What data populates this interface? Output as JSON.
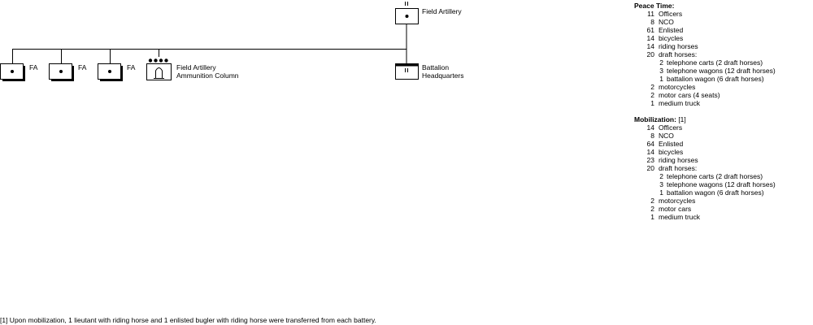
{
  "org": {
    "regiment_label": "Field Artillery",
    "hq_label_line1": "Battalion",
    "hq_label_line2": "Headquarters",
    "batteries": [
      "FA",
      "FA",
      "FA"
    ],
    "ammo_label_line1": "Field Artillery",
    "ammo_label_line2": "Ammunition Column"
  },
  "peace": {
    "title": "Peace Time:",
    "rows": [
      {
        "n": "11",
        "t": "Officers",
        "level": 0
      },
      {
        "n": "8",
        "t": "NCO",
        "level": 0
      },
      {
        "n": "61",
        "t": "Enlisted",
        "level": 0
      },
      {
        "n": "14",
        "t": "bicycles",
        "level": 0
      },
      {
        "n": "14",
        "t": "riding horses",
        "level": 0
      },
      {
        "n": "20",
        "t": "draft horses:",
        "level": 0
      },
      {
        "n": "2",
        "t": "telephone carts (2 draft horses)",
        "level": 1
      },
      {
        "n": "3",
        "t": "telephone wagons (12 draft horses)",
        "level": 1
      },
      {
        "n": "1",
        "t": "battalion wagon (6 draft horses)",
        "level": 1
      },
      {
        "n": "2",
        "t": "motorcycles",
        "level": 0
      },
      {
        "n": "2",
        "t": "motor cars (4 seats)",
        "level": 0
      },
      {
        "n": "1",
        "t": "medium truck",
        "level": 0
      }
    ]
  },
  "mobilization": {
    "title": "Mobilization:",
    "title_suffix": "[1]",
    "rows": [
      {
        "n": "14",
        "t": "Officers",
        "level": 0
      },
      {
        "n": "8",
        "t": "NCO",
        "level": 0
      },
      {
        "n": "64",
        "t": "Enlisted",
        "level": 0
      },
      {
        "n": "14",
        "t": "bicycles",
        "level": 0
      },
      {
        "n": "23",
        "t": "riding horses",
        "level": 0
      },
      {
        "n": "20",
        "t": "draft horses:",
        "level": 0
      },
      {
        "n": "2",
        "t": "telephone carts (2 draft horses)",
        "level": 1
      },
      {
        "n": "3",
        "t": "telephone wagons (12 draft horses)",
        "level": 1
      },
      {
        "n": "1",
        "t": "battalion wagon (6 draft horses)",
        "level": 1
      },
      {
        "n": "2",
        "t": "motorcycles",
        "level": 0
      },
      {
        "n": "2",
        "t": "motor cars",
        "level": 0
      },
      {
        "n": "1",
        "t": "medium truck",
        "level": 0
      }
    ]
  },
  "footnote": "[1] Upon mobilization, 1 lieutant with riding horse and 1 enlisted bugler with riding horse were transferred from each battery."
}
